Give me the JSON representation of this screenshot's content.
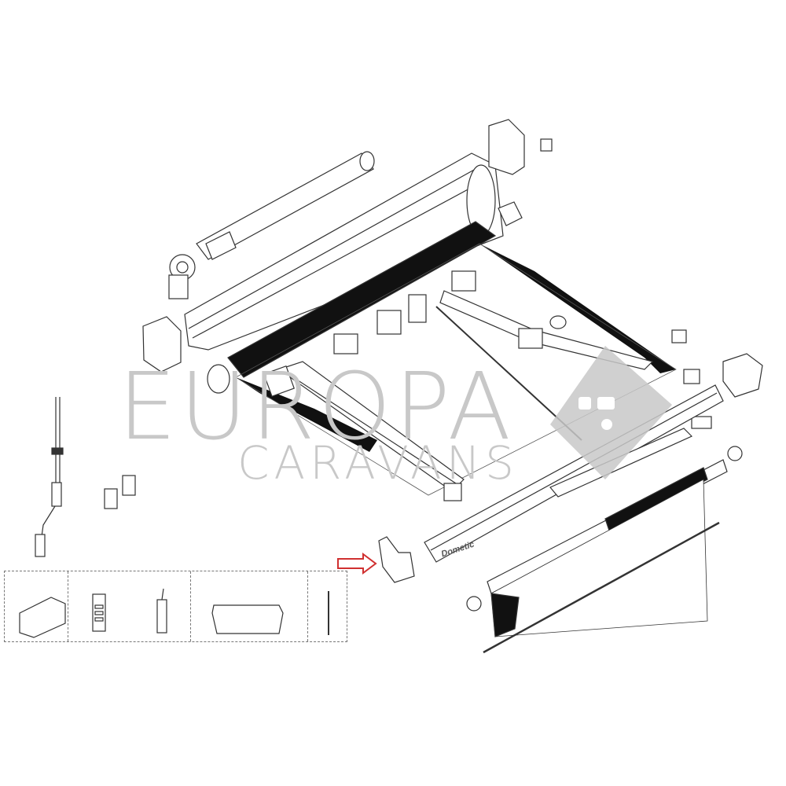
{
  "watermark": {
    "line1": "EUROPA",
    "line2": "CARAVANS",
    "color": "#c8c8c8"
  },
  "diagram": {
    "type": "exploded parts diagram",
    "subject": "roll-out awning assembly",
    "brand_label": "Dometic",
    "highlight_arrow": {
      "color": "#d03030",
      "direction": "right",
      "target": "end bracket / mounting part"
    },
    "parts": [
      {
        "id": "roller-tube"
      },
      {
        "id": "awning-case-profile"
      },
      {
        "id": "left-end-cap"
      },
      {
        "id": "right-end-cap"
      },
      {
        "id": "fabric-roller"
      },
      {
        "id": "support-arm-left"
      },
      {
        "id": "support-arm-right"
      },
      {
        "id": "lead-rail-profile"
      },
      {
        "id": "front-fabric-roll"
      },
      {
        "id": "crank-handle"
      },
      {
        "id": "wall-brackets"
      },
      {
        "id": "keder-rail"
      }
    ],
    "accessories": [
      {
        "id": "motor-housing"
      },
      {
        "id": "remote-control"
      },
      {
        "id": "receiver-module"
      },
      {
        "id": "control-box"
      },
      {
        "id": "antenna-sensor"
      }
    ]
  }
}
